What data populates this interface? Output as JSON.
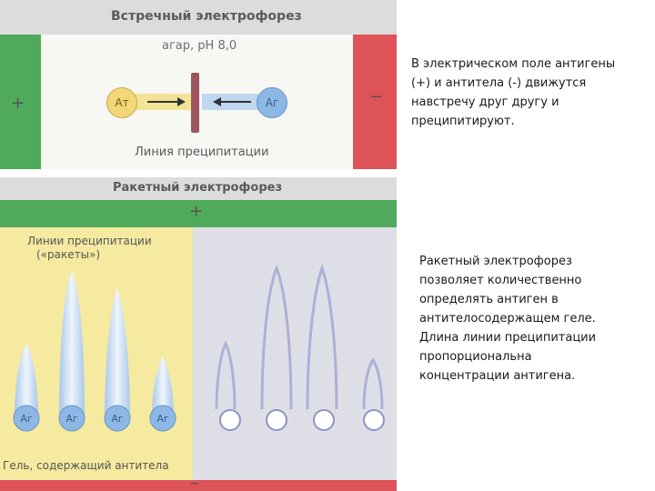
{
  "counter_panel": {
    "title": "Встречный электрофорез",
    "agar_label": "агар, pH 8,0",
    "plus_sign": "+",
    "minus_sign": "−",
    "antibody_label": "Ат",
    "antigen_label": "Аг",
    "precipitation_label": "Линия преципитации"
  },
  "rocket_panel": {
    "title": "Ракетный электрофорез",
    "plus_sign": "+",
    "minus_sign": "−",
    "lines_label_1": "Линии преципитации",
    "lines_label_2": "(«ракеты»)",
    "well_labels": [
      "Аг",
      "Аг",
      "Аг",
      "Аг"
    ],
    "gel_label": "Гель, содержащий антитела"
  },
  "text_blocks": {
    "counter": [
      "В электрическом поле антигены",
      "(+) и антитела (-) движутся",
      "навстречу друг другу и",
      "преципитируют."
    ],
    "rocket": [
      "Ракетный электрофорез",
      "позволяет количественно",
      "определять антиген в",
      "антителосодержащем геле.",
      "Длина линии преципитации",
      "пропорциональна",
      "концентрации антигена."
    ]
  },
  "colors": {
    "anode_green": "#4faa5b",
    "cathode_red": "#de5358",
    "gel_yellow": "#f5eaa0",
    "antigen_blue": "#8db8e6",
    "antibody_yellow": "#f3d676",
    "precipitation_line": "#9e5560"
  }
}
